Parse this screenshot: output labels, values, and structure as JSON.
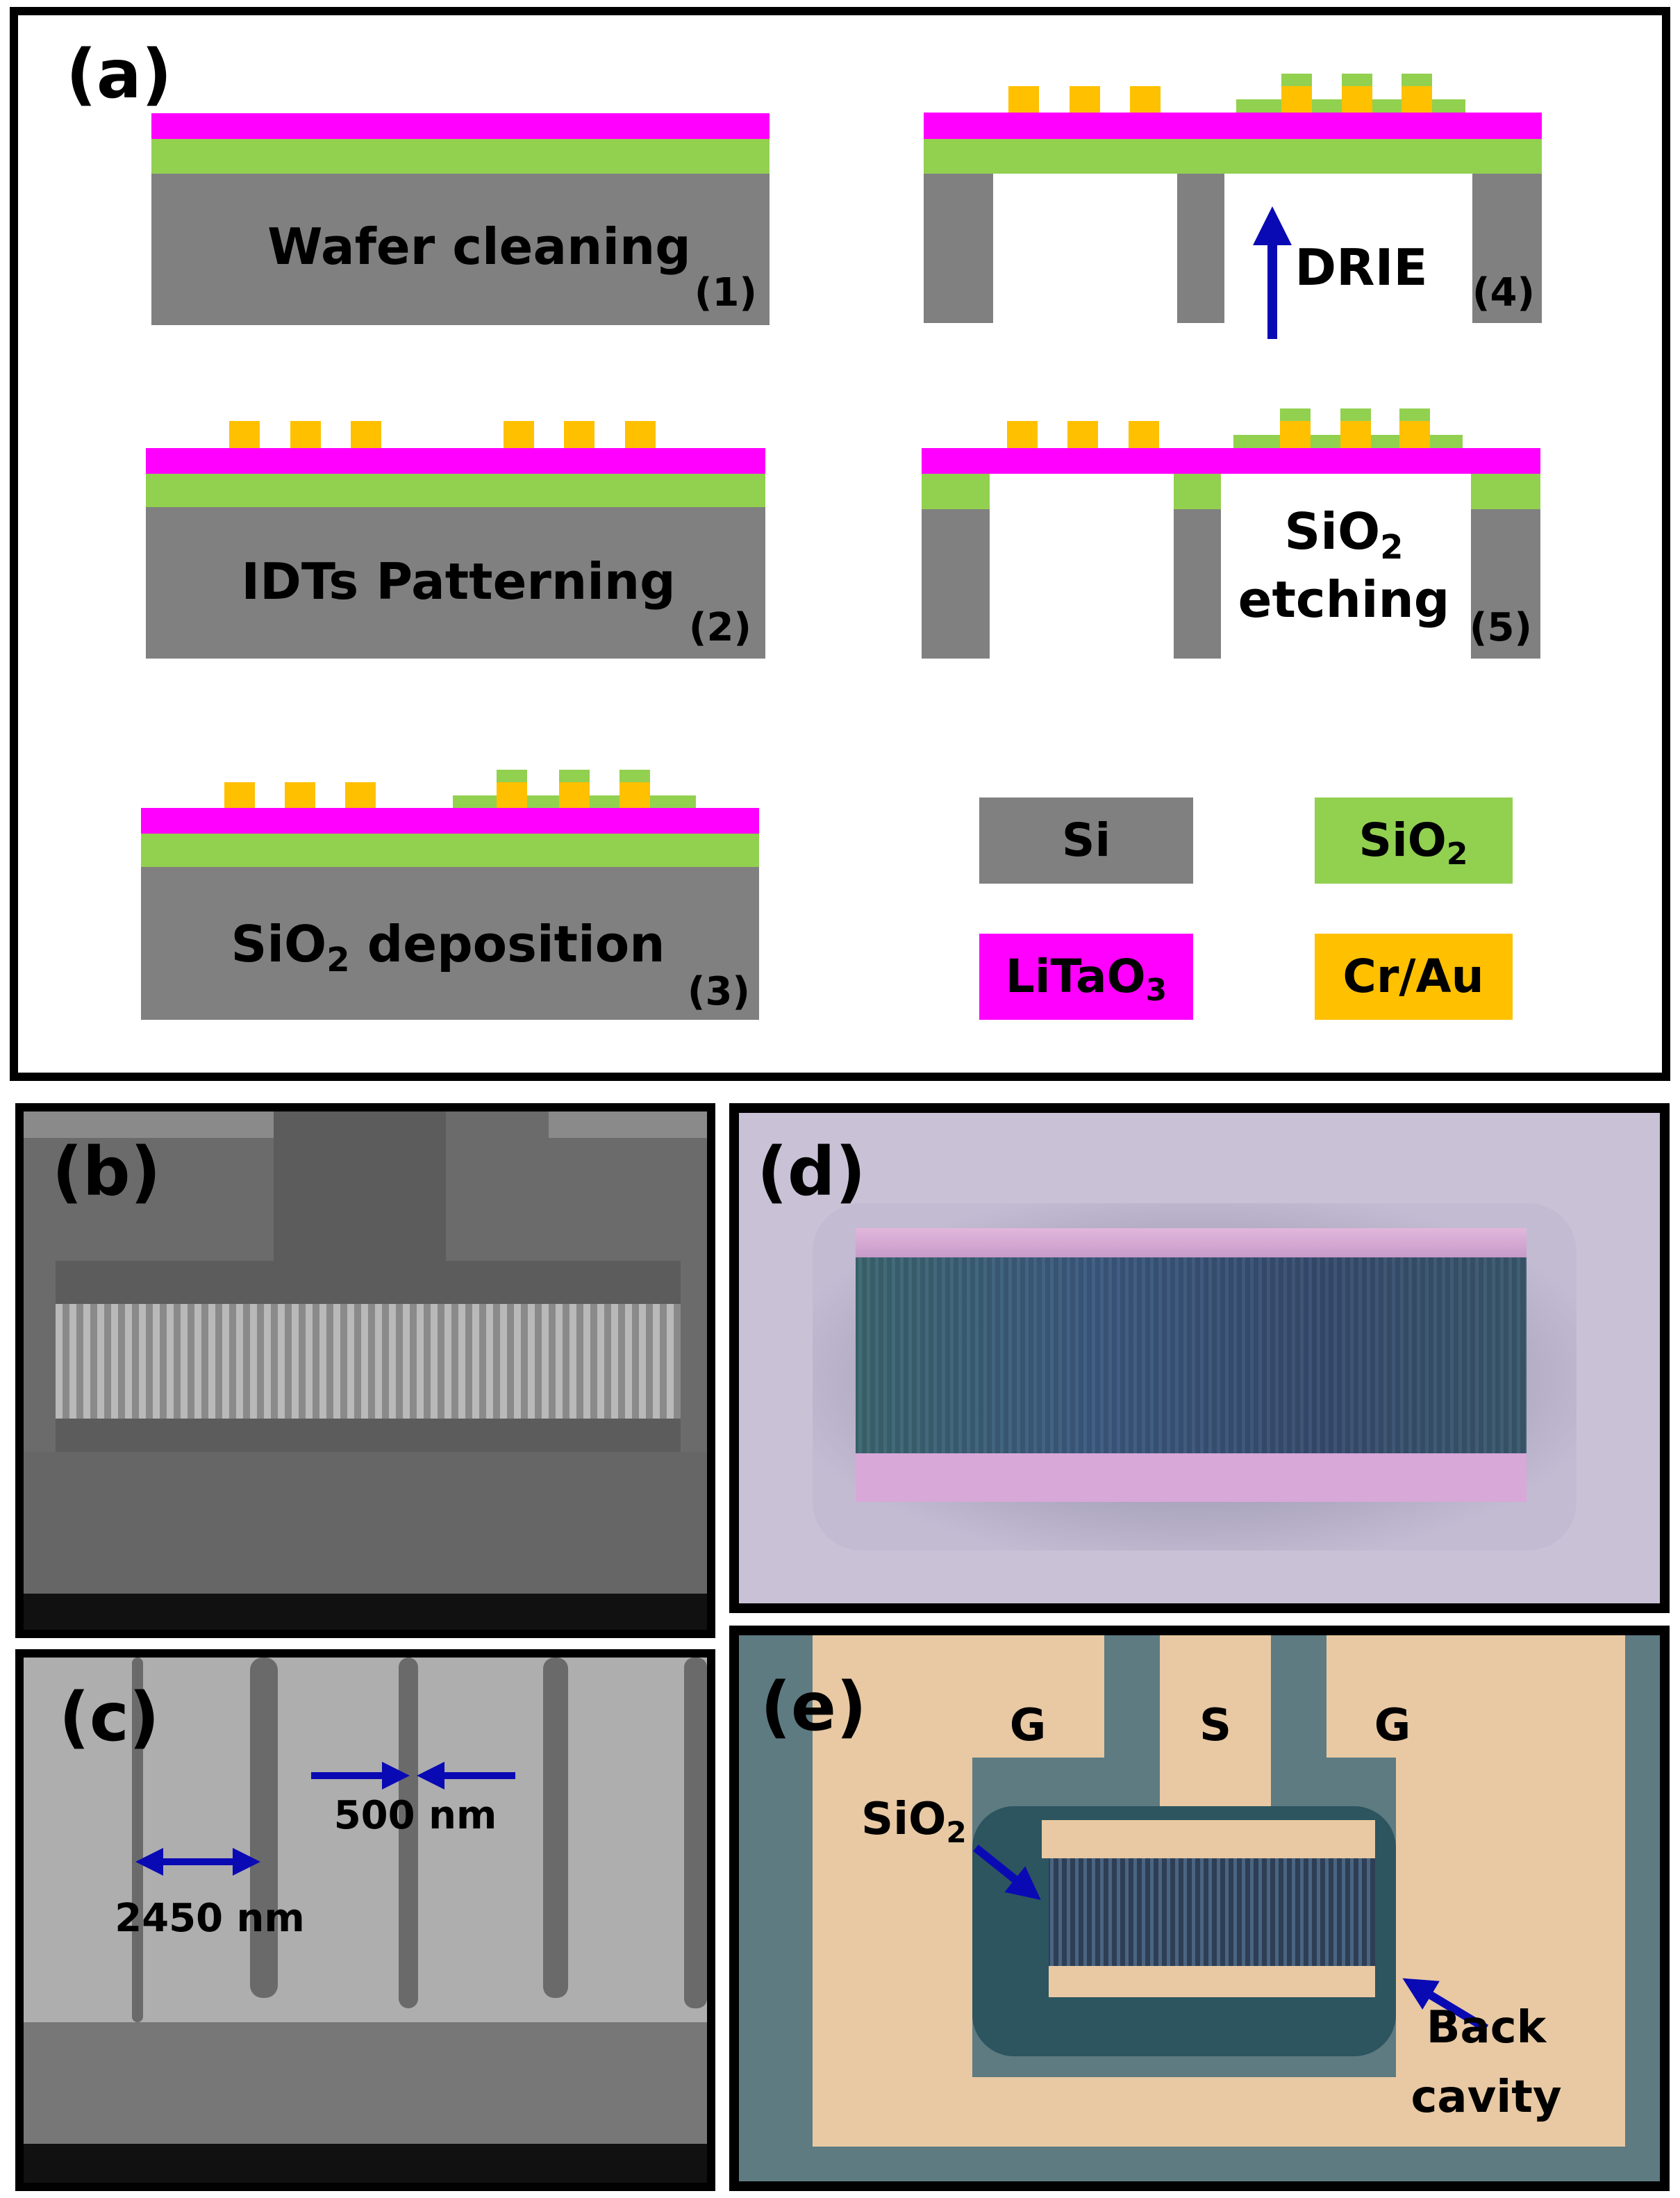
{
  "panel_a": {
    "panel_label": "(a)",
    "steps": [
      {
        "number": "(1)",
        "caption": "Wafer cleaning"
      },
      {
        "number": "(2)",
        "caption": "IDTs Patterning"
      },
      {
        "number": "(3)",
        "caption_main": "SiO",
        "caption_sub": "2",
        "caption_rest": " deposition"
      },
      {
        "number": "(4)",
        "caption": "DRIE"
      },
      {
        "number": "(5)",
        "caption_line1_main": "SiO",
        "caption_line1_sub": "2",
        "caption_line2": "etching"
      }
    ],
    "legend": [
      {
        "label": "Si",
        "color": "#808080"
      },
      {
        "label_main": "SiO",
        "label_sub": "2",
        "color": "#92d050"
      },
      {
        "label_main": "LiTaO",
        "label_sub": "3",
        "color": "#ff00ff"
      },
      {
        "label": "Cr/Au",
        "color": "#ffc000"
      }
    ]
  },
  "panel_b": {
    "panel_label": "(b)"
  },
  "panel_c": {
    "panel_label": "(c)",
    "annotation_1": "500 nm",
    "annotation_2": "2450 nm"
  },
  "panel_d": {
    "panel_label": "(d)"
  },
  "panel_e": {
    "panel_label": "(e)",
    "pad_left": "G",
    "pad_center": "S",
    "pad_right": "G",
    "sio2_main": "SiO",
    "sio2_sub": "2",
    "back_cavity_line1": "Back",
    "back_cavity_line2": "cavity"
  },
  "colors": {
    "si": "#808080",
    "sio2": "#92d050",
    "litao3": "#ff00ff",
    "crau": "#ffc000",
    "arrow": "#0a0ab4"
  }
}
